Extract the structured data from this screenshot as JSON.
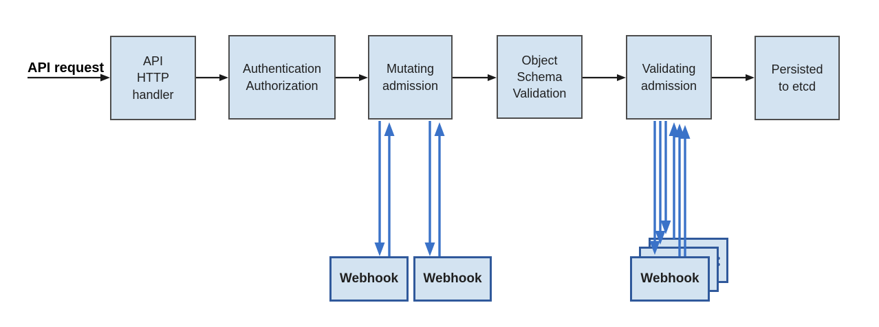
{
  "labels": {
    "api_request": "API request"
  },
  "flow": [
    {
      "label": "API\nHTTP\nhandler"
    },
    {
      "label": "Authentication\nAuthorization"
    },
    {
      "label": "Mutating\nadmission"
    },
    {
      "label": "Object\nSchema\nValidation"
    },
    {
      "label": "Validating\nadmission"
    },
    {
      "label": "Persisted\nto etcd"
    }
  ],
  "webhooks": {
    "mutating": [
      {
        "label": "Webhook"
      },
      {
        "label": "Webhook"
      }
    ],
    "validating": {
      "front_label": "Webhook",
      "stack_count": 3
    }
  },
  "colors": {
    "box_fill": "#d3e3f1",
    "box_border": "#4d4d4d",
    "webhook_border": "#30599b",
    "arrow_blue": "#3a72c8",
    "arrow_black": "#1a1a1a",
    "text_color": "#1f1f1f"
  }
}
